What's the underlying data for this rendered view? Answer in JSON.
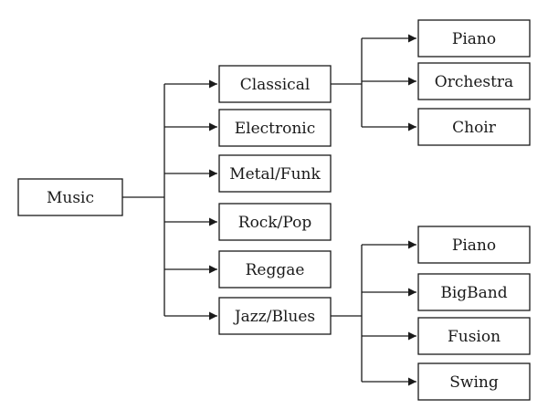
{
  "root": {
    "label": "Music"
  },
  "genres": [
    {
      "id": "classical",
      "label": "Classical"
    },
    {
      "id": "electronic",
      "label": "Electronic"
    },
    {
      "id": "metal-funk",
      "label": "Metal/Funk"
    },
    {
      "id": "rock-pop",
      "label": "Rock/Pop"
    },
    {
      "id": "reggae",
      "label": "Reggae"
    },
    {
      "id": "jazz-blues",
      "label": "Jazz/Blues"
    }
  ],
  "classical_children": [
    {
      "label": "Piano"
    },
    {
      "label": "Orchestra"
    },
    {
      "label": "Choir"
    }
  ],
  "jazz_children": [
    {
      "label": "Piano"
    },
    {
      "label": "BigBand"
    },
    {
      "label": "Fusion"
    },
    {
      "label": "Swing"
    }
  ]
}
